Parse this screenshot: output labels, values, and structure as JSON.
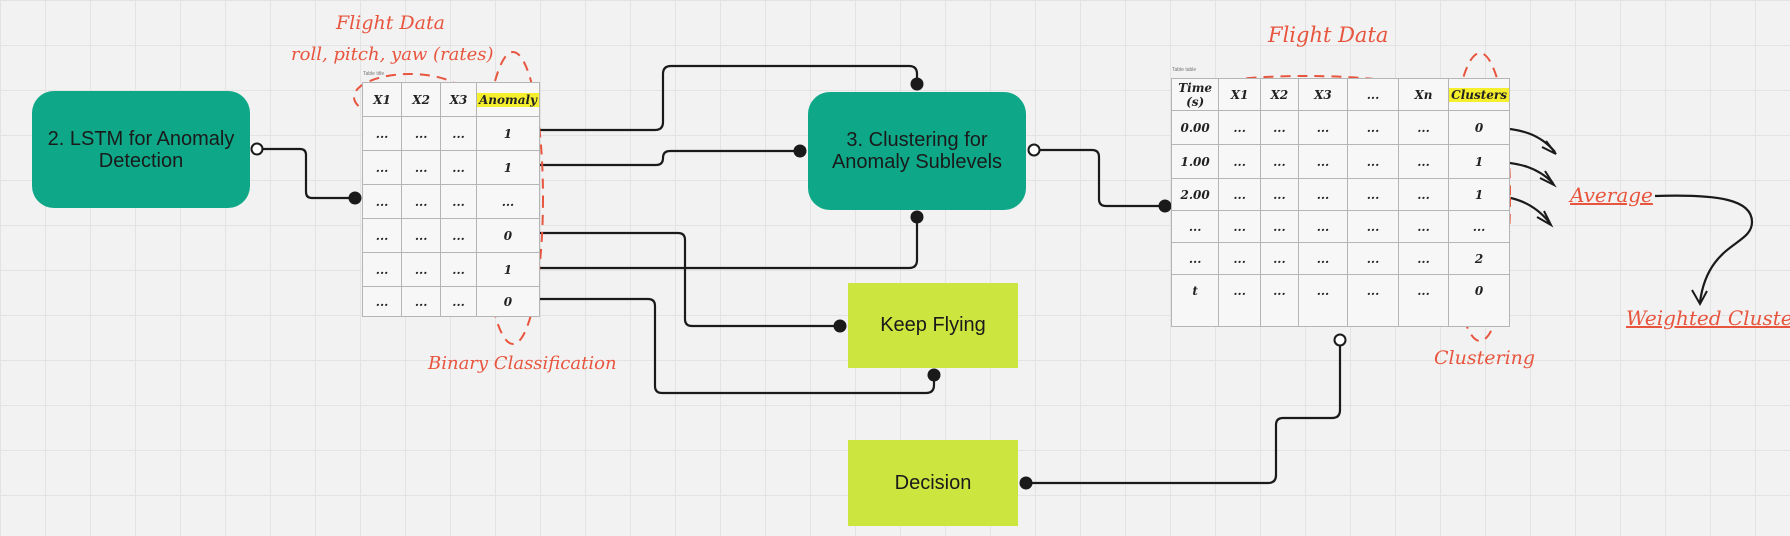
{
  "nodes": {
    "lstm": "2. LSTM for Anomaly Detection",
    "clustering": "3. Clustering for Anomaly Sublevels",
    "keep_flying": "Keep Flying",
    "decision": "Decision"
  },
  "table1": {
    "caption": "Table title",
    "headers": [
      "X1",
      "X2",
      "X3",
      "Anomaly"
    ],
    "rows": [
      [
        "...",
        "...",
        "...",
        "1"
      ],
      [
        "...",
        "...",
        "...",
        "1"
      ],
      [
        "...",
        "...",
        "...",
        "..."
      ],
      [
        "...",
        "...",
        "...",
        "0"
      ],
      [
        "...",
        "...",
        "...",
        "1"
      ],
      [
        "...",
        "...",
        "...",
        "0"
      ]
    ]
  },
  "table2": {
    "caption": "Table table",
    "headers": [
      "Time (s)",
      "X1",
      "X2",
      "X3",
      "...",
      "Xn",
      "Clusters"
    ],
    "rows": [
      [
        "0.00",
        "...",
        "...",
        "...",
        "...",
        "...",
        "0"
      ],
      [
        "1.00",
        "...",
        "...",
        "...",
        "...",
        "...",
        "1"
      ],
      [
        "2.00",
        "...",
        "...",
        "...",
        "...",
        "...",
        "1"
      ],
      [
        "...",
        "...",
        "...",
        "...",
        "...",
        "...",
        "..."
      ],
      [
        "...",
        "...",
        "...",
        "...",
        "...",
        "...",
        "2"
      ],
      [
        "t",
        "...",
        "...",
        "...",
        "...",
        "...",
        "0"
      ]
    ]
  },
  "annotations": {
    "flight_data_1": "Flight Data",
    "flight_data_1_sub": "roll, pitch, yaw (rates)",
    "binary_classification": "Binary Classification",
    "flight_data_2": "Flight Data",
    "clustering": "Clustering",
    "average": "Average",
    "weighted_cluster": "Weighted Cluster"
  },
  "colors": {
    "teal": "#0ea888",
    "lime": "#cde63f",
    "annotation": "#e8553e",
    "highlight": "#f6ef2e"
  }
}
